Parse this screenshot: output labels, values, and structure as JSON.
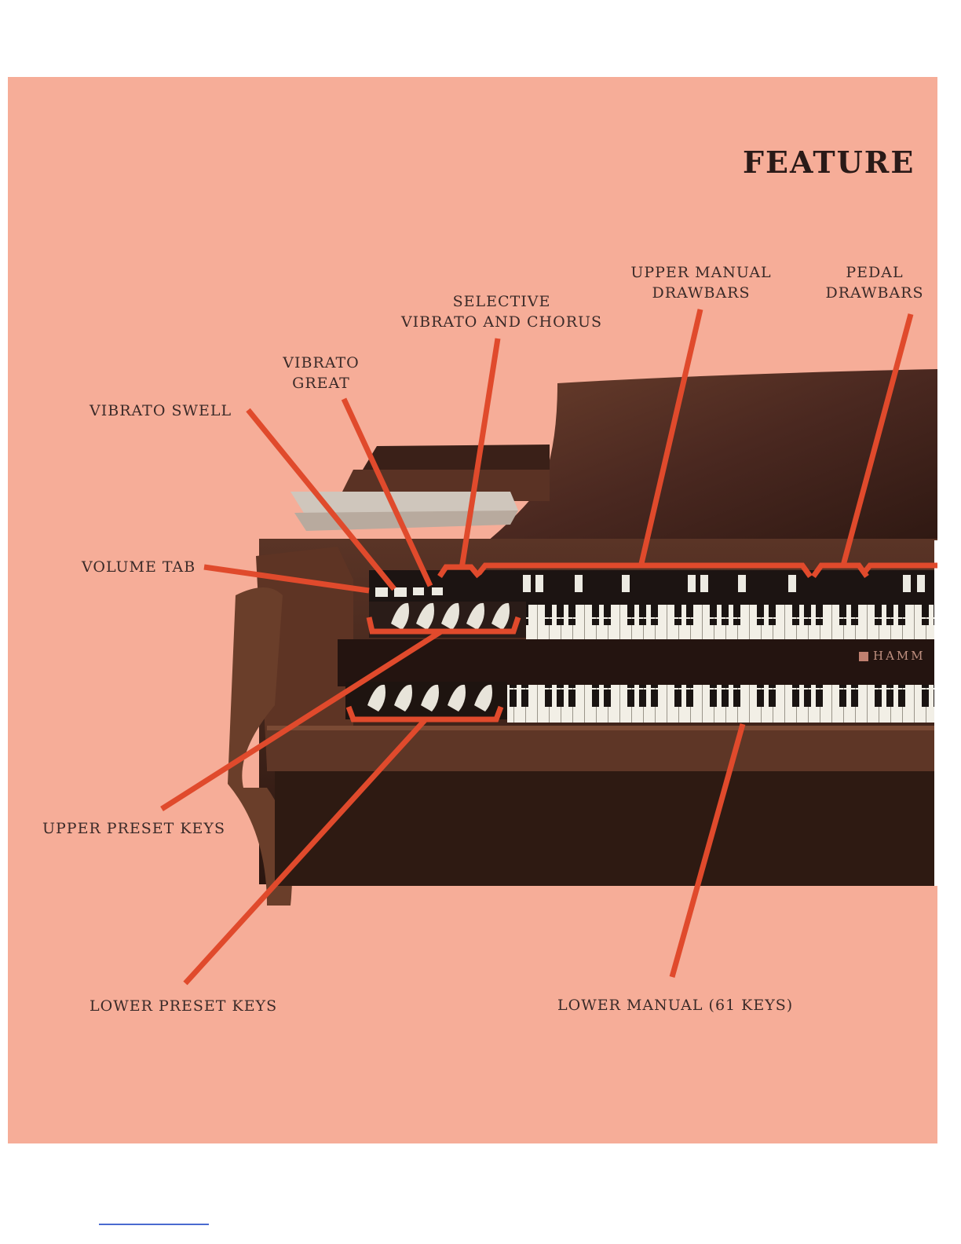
{
  "title": "FEATURE",
  "labels": {
    "upper_manual_drawbars": [
      "UPPER MANUAL",
      "DRAWBARS"
    ],
    "pedal_drawbars": [
      "PEDAL",
      "DRAWBARS"
    ],
    "selective_vibrato": [
      "SELECTIVE",
      "VIBRATO AND CHORUS"
    ],
    "vibrato_great": [
      "VIBRATO",
      "GREAT"
    ],
    "vibrato_swell": "VIBRATO SWELL",
    "volume_tab": "VOLUME TAB",
    "upper_preset_keys": "UPPER PRESET KEYS",
    "lower_preset_keys": "LOWER PRESET KEYS",
    "lower_manual": "LOWER MANUAL (61 KEYS)"
  },
  "brand_plate": "HAMM",
  "colors": {
    "page": "#f6ad98",
    "leader": "#e04a2c",
    "wood": "#4a2a20"
  }
}
